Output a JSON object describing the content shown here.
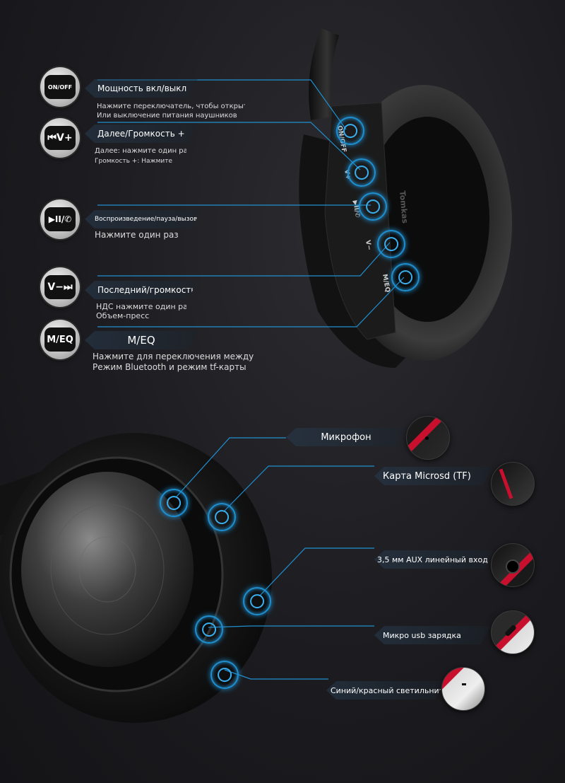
{
  "top_section": {
    "controls": [
      {
        "icon": "power-switch-icon",
        "icon_text": "ON/OFF",
        "label": "Мощность вкл/выкл",
        "desc": [
          "Нажмите переключатель, чтобы открыть",
          "Или выключение питания наушников"
        ]
      },
      {
        "icon": "next-volume-up-icon",
        "icon_text": "⏮V+",
        "label": "Далее/Громкость +",
        "desc": [
          "Далее: нажмите один раз",
          "Громкость +: Нажмите"
        ]
      },
      {
        "icon": "play-pause-call-icon",
        "icon_text": "▶II/✆",
        "label": "Воспроизведение/пауза/вызов",
        "desc": [
          "Нажмите один раз"
        ]
      },
      {
        "icon": "previous-volume-down-icon",
        "icon_text": "V−⏭",
        "label": "Последний/громкость-",
        "desc": [
          "НДС нажмите один раз",
          "Объем-пресс"
        ]
      },
      {
        "icon": "mode-eq-icon",
        "icon_text": "M/EQ",
        "label": "M/EQ",
        "desc": [
          "Нажмите для переключения между",
          "Режим Bluetooth и режим tf-карты"
        ]
      }
    ],
    "earcup_text": [
      "ON/OFF",
      "V+",
      "▶II/✆",
      "V−",
      "M/EQ",
      "Tomkas"
    ]
  },
  "bottom_section": {
    "ports": [
      {
        "name": "microphone",
        "label": "Микрофон"
      },
      {
        "name": "microsd-card",
        "label": "Карта Microsd (TF)"
      },
      {
        "name": "aux-input",
        "label": "3,5 мм AUX линейный вход"
      },
      {
        "name": "micro-usb-charging",
        "label": "Микро usb зарядка"
      },
      {
        "name": "led-indicator",
        "label": "Синий/красный светильник"
      }
    ]
  },
  "colors": {
    "accent": "#1f8fd0",
    "glow": "#39aef0",
    "red": "#c8102e"
  }
}
